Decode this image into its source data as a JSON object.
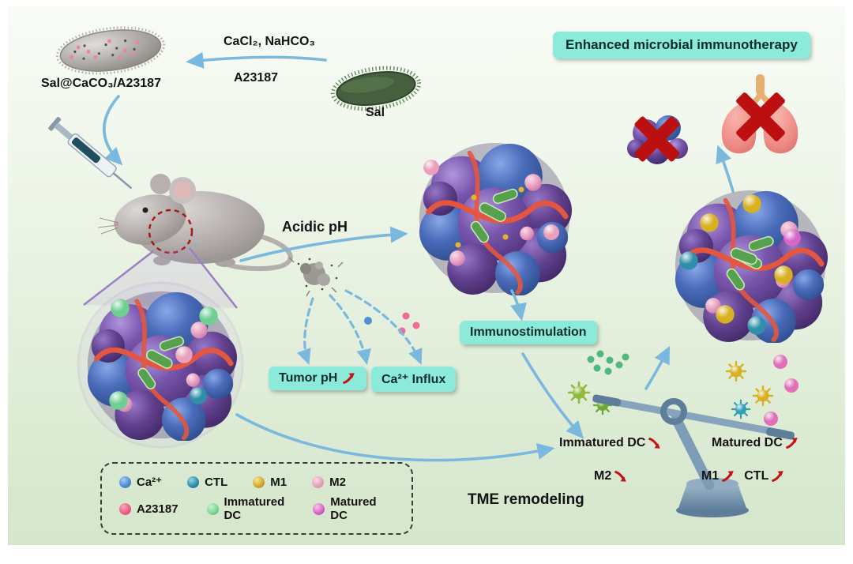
{
  "outcome": {
    "banner": "Enhanced microbial immunotherapy"
  },
  "synthesis": {
    "product_label": "Sal@CaCO₃/A23187",
    "reagents_line1": "CaCl₂, NaHCO₃",
    "reagents_line2": "A23187",
    "bacterium_label": "Sal"
  },
  "mechanism": {
    "acidic_ph": "Acidic pH",
    "tumor_ph": "Tumor pH",
    "ca_influx": "Ca²⁺ Influx",
    "immunostimulation": "Immunostimulation"
  },
  "tme": {
    "title": "TME remodeling",
    "left_top": "Immatured DC",
    "left_bottom": "M2",
    "right_top": "Matured DC",
    "right_bottom_1": "M1",
    "right_bottom_2": "CTL"
  },
  "legend": {
    "row1": [
      {
        "label": "Ca²⁺",
        "color": "#4f8fd6"
      },
      {
        "label": "CTL",
        "color": "#2f8fa8"
      },
      {
        "label": "M1",
        "color": "#d4ac2c"
      },
      {
        "label": "M2",
        "color": "#e8a0bc"
      }
    ],
    "row2": [
      {
        "label": "A23187",
        "color": "#ef5f88"
      },
      {
        "label": "Immatured DC",
        "color": "#7fd89a"
      },
      {
        "label": "Matured DC",
        "color": "#d868c8"
      }
    ]
  },
  "colors": {
    "background_top": "#f9fcf7",
    "background_bottom": "#d4e6cb",
    "callout_box": "#8ceadb",
    "arrow_blue": "#7ab8de",
    "red_accent": "#c21414",
    "vessel_red": "#e4563f",
    "scale_steel": "#7d9cb5"
  },
  "icons": {
    "red-up-arrow": "↗",
    "red-down-arrow": "↘",
    "prohibit-cross": "✖"
  }
}
